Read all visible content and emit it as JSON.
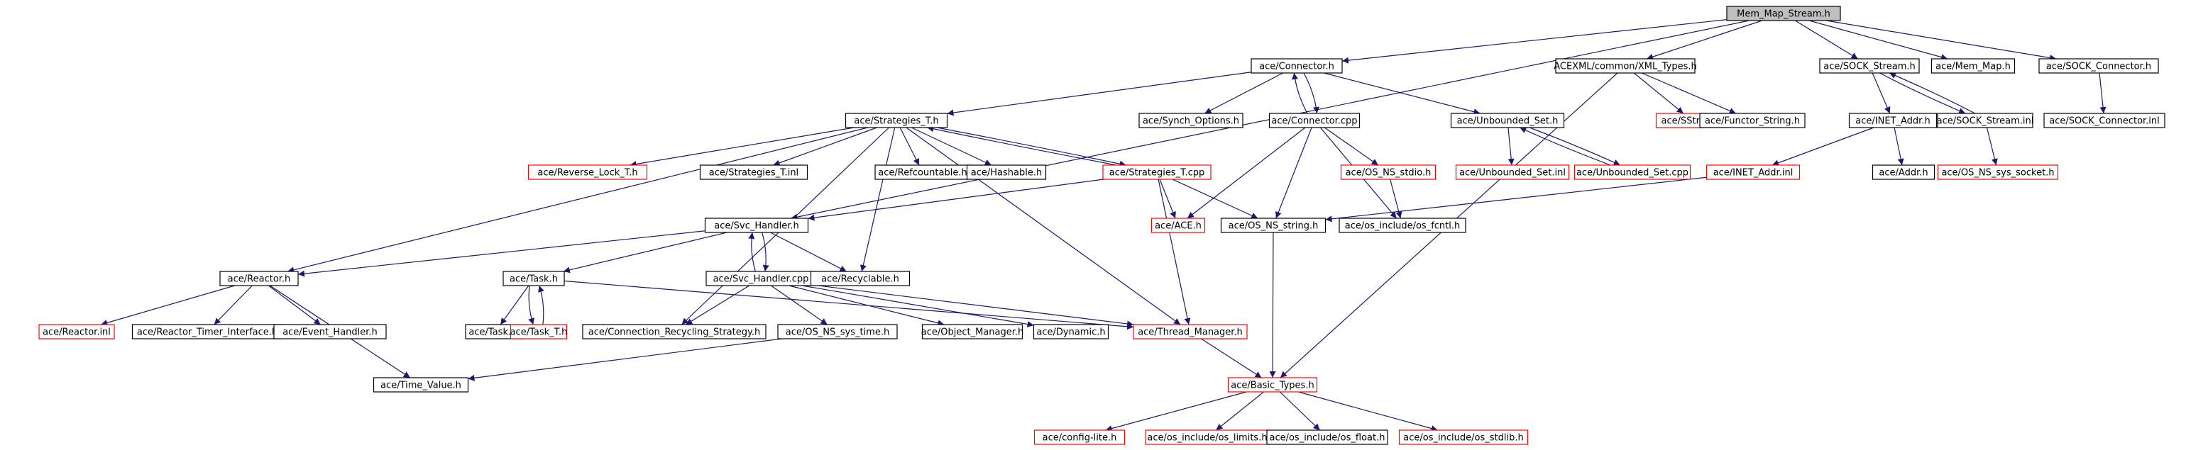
{
  "root_file": "Mem_Map_Stream.h",
  "colors": {
    "edge": "#191970",
    "normal_border": "#000000",
    "missing_border": "#ff0000",
    "root_fill": "#bfbfbf",
    "background": "#ffffff"
  },
  "nodes": [
    {
      "id": "mem_map_stream_h",
      "label": "Mem_Map_Stream.h",
      "kind": "root"
    },
    {
      "id": "connector_h",
      "label": "ace/Connector.h",
      "kind": "normal"
    },
    {
      "id": "acexml_types_h",
      "label": "ACEXML/common/XML_Types.h",
      "kind": "normal"
    },
    {
      "id": "sock_stream_h",
      "label": "ace/SOCK_Stream.h",
      "kind": "normal"
    },
    {
      "id": "mem_map_h",
      "label": "ace/Mem_Map.h",
      "kind": "normal"
    },
    {
      "id": "sock_connector_h",
      "label": "ace/SOCK_Connector.h",
      "kind": "normal"
    },
    {
      "id": "strategies_t_h",
      "label": "ace/Strategies_T.h",
      "kind": "normal"
    },
    {
      "id": "synch_options_h",
      "label": "ace/Synch_Options.h",
      "kind": "normal"
    },
    {
      "id": "connector_cpp",
      "label": "ace/Connector.cpp",
      "kind": "normal"
    },
    {
      "id": "unbounded_set_h",
      "label": "ace/Unbounded_Set.h",
      "kind": "normal"
    },
    {
      "id": "sstring_h",
      "label": "ace/SString.h",
      "kind": "missing"
    },
    {
      "id": "functor_string_h",
      "label": "ace/Functor_String.h",
      "kind": "normal"
    },
    {
      "id": "inet_addr_h",
      "label": "ace/INET_Addr.h",
      "kind": "normal"
    },
    {
      "id": "sock_stream_inl",
      "label": "ace/SOCK_Stream.inl",
      "kind": "normal"
    },
    {
      "id": "sock_connector_inl",
      "label": "ace/SOCK_Connector.inl",
      "kind": "normal"
    },
    {
      "id": "reverse_lock_t_h",
      "label": "ace/Reverse_Lock_T.h",
      "kind": "missing"
    },
    {
      "id": "strategies_t_inl",
      "label": "ace/Strategies_T.inl",
      "kind": "normal"
    },
    {
      "id": "refcountable_h",
      "label": "ace/Refcountable.h",
      "kind": "normal"
    },
    {
      "id": "hashable_h",
      "label": "ace/Hashable.h",
      "kind": "normal"
    },
    {
      "id": "strategies_t_cpp",
      "label": "ace/Strategies_T.cpp",
      "kind": "missing"
    },
    {
      "id": "os_ns_stdio_h",
      "label": "ace/OS_NS_stdio.h",
      "kind": "missing"
    },
    {
      "id": "unbounded_set_inl",
      "label": "ace/Unbounded_Set.inl",
      "kind": "missing"
    },
    {
      "id": "unbounded_set_cpp",
      "label": "ace/Unbounded_Set.cpp",
      "kind": "missing"
    },
    {
      "id": "inet_addr_inl",
      "label": "ace/INET_Addr.inl",
      "kind": "missing"
    },
    {
      "id": "addr_h",
      "label": "ace/Addr.h",
      "kind": "normal"
    },
    {
      "id": "os_ns_sys_socket_h",
      "label": "ace/OS_NS_sys_socket.h",
      "kind": "missing"
    },
    {
      "id": "svc_handler_h",
      "label": "ace/Svc_Handler.h",
      "kind": "normal"
    },
    {
      "id": "ace_h",
      "label": "ace/ACE.h",
      "kind": "missing"
    },
    {
      "id": "os_ns_string_h",
      "label": "ace/OS_NS_string.h",
      "kind": "normal"
    },
    {
      "id": "os_fcntl_h",
      "label": "ace/os_include/os_fcntl.h",
      "kind": "normal"
    },
    {
      "id": "reactor_h",
      "label": "ace/Reactor.h",
      "kind": "normal"
    },
    {
      "id": "task_h",
      "label": "ace/Task.h",
      "kind": "normal"
    },
    {
      "id": "svc_handler_cpp",
      "label": "ace/Svc_Handler.cpp",
      "kind": "normal"
    },
    {
      "id": "recyclable_h",
      "label": "ace/Recyclable.h",
      "kind": "normal"
    },
    {
      "id": "reactor_inl",
      "label": "ace/Reactor.inl",
      "kind": "missing"
    },
    {
      "id": "reactor_timer_interface_h",
      "label": "ace/Reactor_Timer_Interface.h",
      "kind": "normal"
    },
    {
      "id": "event_handler_h",
      "label": "ace/Event_Handler.h",
      "kind": "normal"
    },
    {
      "id": "task_inl",
      "label": "ace/Task.inl",
      "kind": "normal"
    },
    {
      "id": "task_t_h",
      "label": "ace/Task_T.h",
      "kind": "missing"
    },
    {
      "id": "connection_recycling_strategy_h",
      "label": "ace/Connection_Recycling_Strategy.h",
      "kind": "normal"
    },
    {
      "id": "os_ns_sys_time_h",
      "label": "ace/OS_NS_sys_time.h",
      "kind": "normal"
    },
    {
      "id": "object_manager_h",
      "label": "ace/Object_Manager.h",
      "kind": "normal"
    },
    {
      "id": "dynamic_h",
      "label": "ace/Dynamic.h",
      "kind": "normal"
    },
    {
      "id": "thread_manager_h",
      "label": "ace/Thread_Manager.h",
      "kind": "missing"
    },
    {
      "id": "time_value_h",
      "label": "ace/Time_Value.h",
      "kind": "normal"
    },
    {
      "id": "basic_types_h",
      "label": "ace/Basic_Types.h",
      "kind": "missing"
    },
    {
      "id": "config_lite_h",
      "label": "ace/config-lite.h",
      "kind": "missing"
    },
    {
      "id": "os_limits_h",
      "label": "ace/os_include/os_limits.h",
      "kind": "missing"
    },
    {
      "id": "os_float_h",
      "label": "ace/os_include/os_float.h",
      "kind": "normal"
    },
    {
      "id": "os_stdlib_h",
      "label": "ace/os_include/os_stdlib.h",
      "kind": "missing"
    }
  ],
  "edges": [
    [
      "mem_map_stream_h",
      "connector_h"
    ],
    [
      "mem_map_stream_h",
      "acexml_types_h"
    ],
    [
      "mem_map_stream_h",
      "sock_stream_h"
    ],
    [
      "mem_map_stream_h",
      "mem_map_h"
    ],
    [
      "mem_map_stream_h",
      "sock_connector_h"
    ],
    [
      "mem_map_stream_h",
      "svc_handler_h"
    ],
    [
      "connector_h",
      "strategies_t_h"
    ],
    [
      "connector_h",
      "synch_options_h"
    ],
    [
      "connector_h",
      "connector_cpp"
    ],
    [
      "connector_h",
      "unbounded_set_h"
    ],
    [
      "connector_cpp",
      "connector_h"
    ],
    [
      "connector_cpp",
      "ace_h"
    ],
    [
      "connector_cpp",
      "os_ns_stdio_h"
    ],
    [
      "connector_cpp",
      "os_ns_string_h"
    ],
    [
      "connector_cpp",
      "os_fcntl_h"
    ],
    [
      "acexml_types_h",
      "sstring_h"
    ],
    [
      "acexml_types_h",
      "functor_string_h"
    ],
    [
      "acexml_types_h",
      "basic_types_h"
    ],
    [
      "sock_stream_h",
      "inet_addr_h"
    ],
    [
      "sock_stream_h",
      "sock_stream_inl"
    ],
    [
      "sock_stream_inl",
      "sock_stream_h"
    ],
    [
      "sock_stream_inl",
      "os_ns_sys_socket_h"
    ],
    [
      "sock_connector_h",
      "sock_connector_inl"
    ],
    [
      "inet_addr_h",
      "addr_h"
    ],
    [
      "inet_addr_h",
      "inet_addr_inl"
    ],
    [
      "inet_addr_inl",
      "os_ns_string_h"
    ],
    [
      "unbounded_set_h",
      "unbounded_set_inl"
    ],
    [
      "unbounded_set_h",
      "unbounded_set_cpp"
    ],
    [
      "unbounded_set_cpp",
      "unbounded_set_h"
    ],
    [
      "strategies_t_h",
      "reverse_lock_t_h"
    ],
    [
      "strategies_t_h",
      "strategies_t_inl"
    ],
    [
      "strategies_t_h",
      "refcountable_h"
    ],
    [
      "strategies_t_h",
      "hashable_h"
    ],
    [
      "strategies_t_h",
      "strategies_t_cpp"
    ],
    [
      "strategies_t_h",
      "reactor_h"
    ],
    [
      "strategies_t_h",
      "recyclable_h"
    ],
    [
      "strategies_t_h",
      "connection_recycling_strategy_h"
    ],
    [
      "strategies_t_h",
      "thread_manager_h"
    ],
    [
      "strategies_t_cpp",
      "strategies_t_h"
    ],
    [
      "strategies_t_cpp",
      "svc_handler_h"
    ],
    [
      "strategies_t_cpp",
      "ace_h"
    ],
    [
      "strategies_t_cpp",
      "os_ns_string_h"
    ],
    [
      "strategies_t_cpp",
      "thread_manager_h"
    ],
    [
      "os_ns_stdio_h",
      "os_fcntl_h"
    ],
    [
      "svc_handler_h",
      "reactor_h"
    ],
    [
      "svc_handler_h",
      "task_h"
    ],
    [
      "svc_handler_h",
      "svc_handler_cpp"
    ],
    [
      "svc_handler_h",
      "recyclable_h"
    ],
    [
      "svc_handler_cpp",
      "svc_handler_h"
    ],
    [
      "svc_handler_cpp",
      "connection_recycling_strategy_h"
    ],
    [
      "svc_handler_cpp",
      "os_ns_sys_time_h"
    ],
    [
      "svc_handler_cpp",
      "object_manager_h"
    ],
    [
      "svc_handler_cpp",
      "dynamic_h"
    ],
    [
      "svc_handler_cpp",
      "thread_manager_h"
    ],
    [
      "reactor_h",
      "reactor_inl"
    ],
    [
      "reactor_h",
      "reactor_timer_interface_h"
    ],
    [
      "reactor_h",
      "event_handler_h"
    ],
    [
      "reactor_h",
      "time_value_h"
    ],
    [
      "task_h",
      "task_inl"
    ],
    [
      "task_h",
      "task_t_h"
    ],
    [
      "task_h",
      "thread_manager_h"
    ],
    [
      "task_t_h",
      "task_h"
    ],
    [
      "os_ns_sys_time_h",
      "time_value_h"
    ],
    [
      "thread_manager_h",
      "basic_types_h"
    ],
    [
      "os_ns_string_h",
      "basic_types_h"
    ],
    [
      "basic_types_h",
      "config_lite_h"
    ],
    [
      "basic_types_h",
      "os_limits_h"
    ],
    [
      "basic_types_h",
      "os_float_h"
    ],
    [
      "basic_types_h",
      "os_stdlib_h"
    ]
  ]
}
